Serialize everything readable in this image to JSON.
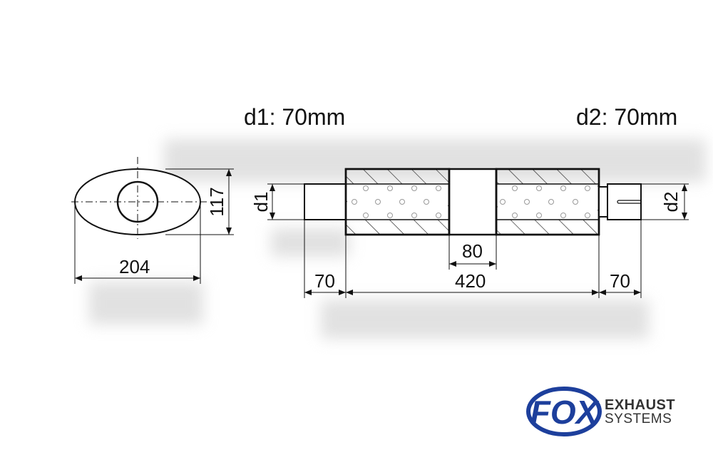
{
  "labels": {
    "d1_spec": "d1: 70mm",
    "d2_spec": "d2: 70mm"
  },
  "dimensions": {
    "oval_width": "204",
    "oval_height": "117",
    "inlet_diameter_label": "d1",
    "outlet_diameter_label": "d2",
    "inlet_length": "70",
    "body_length": "420",
    "center_chamber": "80",
    "outlet_length": "70"
  },
  "logo": {
    "mark": "FOX",
    "line1": "EXHAUST",
    "line2": "SYSTEMS"
  },
  "colors": {
    "line": "#111111",
    "hatch": "#222222",
    "perforation": "#999999",
    "shadow": "#dcdcdc",
    "logo_blue": "#1d3f9c",
    "logo_text": "#333333"
  }
}
